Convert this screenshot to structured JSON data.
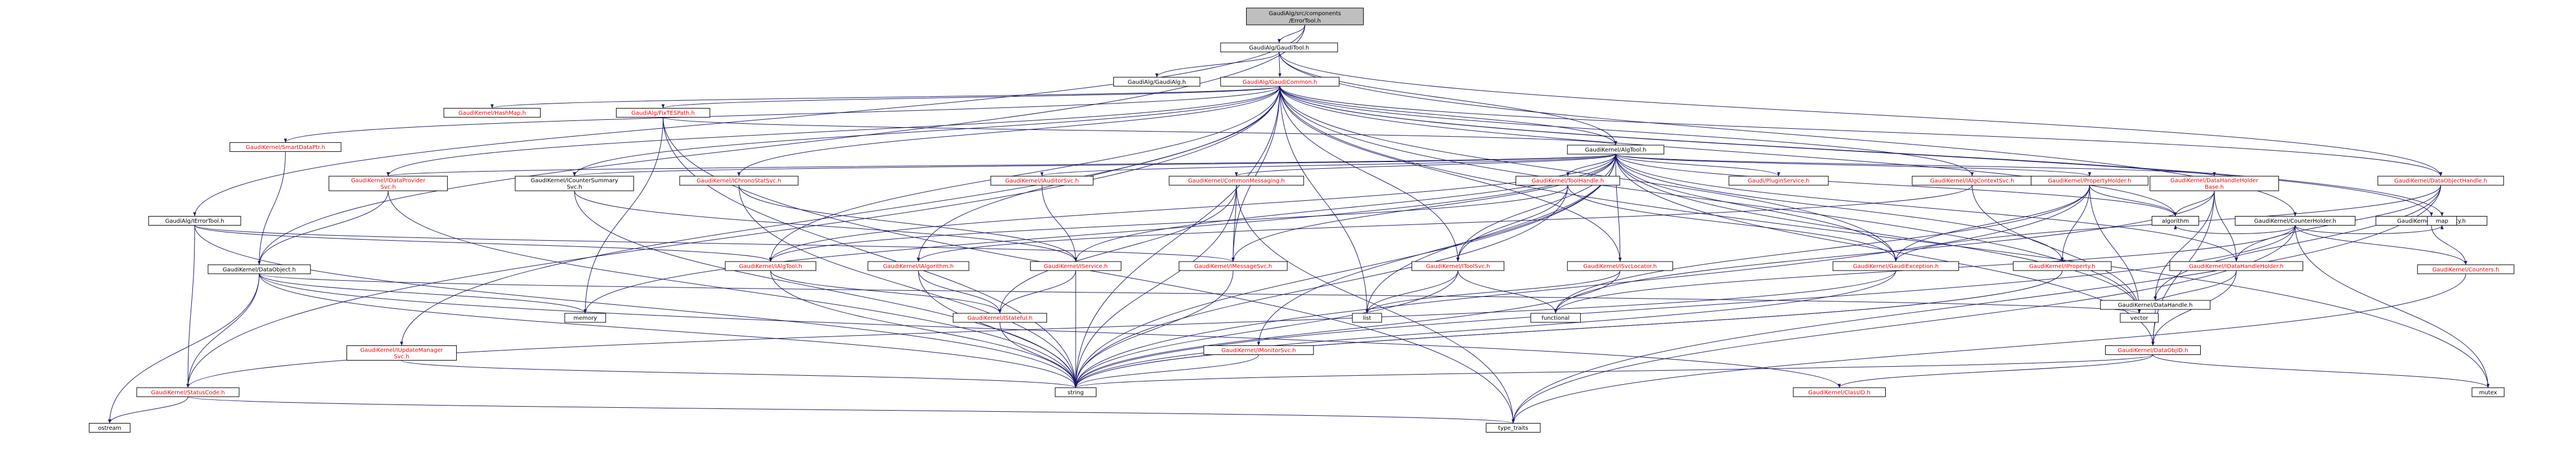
{
  "colors": {
    "root_fill": "#bfbfbf",
    "node_fill": "#ffffff",
    "node_border": "#000000",
    "text_documented": "#000000",
    "text_undocumented": "#ff0000",
    "text_system": "#000000",
    "edge": "#191970"
  },
  "nodes": [
    {
      "id": "root",
      "label1": "GaudiAlg/src/components",
      "label2": "/ErrorTool.h",
      "kind": "root"
    },
    {
      "id": "gauditool",
      "label1": "GaudiAlg/GaudiTool.h",
      "kind": "doc"
    },
    {
      "id": "gaudialg",
      "label1": "GaudiAlg/GaudiAlg.h",
      "kind": "doc"
    },
    {
      "id": "gaudicommon",
      "label1": "GaudiAlg/GaudiCommon.h",
      "kind": "undoc"
    },
    {
      "id": "ierrortool",
      "label1": "GaudiAlg/IErrorTool.h",
      "kind": "doc"
    },
    {
      "id": "hashmap",
      "label1": "GaudiKernel/HashMap.h",
      "kind": "undoc"
    },
    {
      "id": "fixtespath",
      "label1": "GaudiAlg/FixTESPath.h",
      "kind": "undoc"
    },
    {
      "id": "smartdataptr",
      "label1": "GaudiKernel/SmartDataPtr.h",
      "kind": "undoc"
    },
    {
      "id": "idataprovider",
      "label1": "GaudiKernel/IDataProvider",
      "label2": "Svc.h",
      "kind": "undoc"
    },
    {
      "id": "icountersummary",
      "label1": "GaudiKernel/ICounterSummary",
      "label2": "Svc.h",
      "kind": "doc"
    },
    {
      "id": "ichronostat",
      "label1": "GaudiKernel/IChronoStatSvc.h",
      "kind": "undoc"
    },
    {
      "id": "algtool",
      "label1": "GaudiKernel/AlgTool.h",
      "kind": "doc"
    },
    {
      "id": "statentity",
      "label1": "GaudiKernel/StatEntity.h",
      "kind": "doc"
    },
    {
      "id": "counterholder",
      "label1": "GaudiKernel/CounterHolder.h",
      "kind": "doc"
    },
    {
      "id": "iauditorsvc",
      "label1": "GaudiKernel/IAuditorSvc.h",
      "kind": "undoc"
    },
    {
      "id": "commonmessaging",
      "label1": "GaudiKernel/CommonMessaging.h",
      "kind": "undoc"
    },
    {
      "id": "toolhandle",
      "label1": "GaudiKernel/ToolHandle.h",
      "kind": "undoc"
    },
    {
      "id": "ipluginservice",
      "label1": "Gaudi/PluginService.h",
      "kind": "undoc"
    },
    {
      "id": "ialgcontextsvc",
      "label1": "GaudiKernel/IAlgContextSvc.h",
      "kind": "undoc"
    },
    {
      "id": "propertyholder",
      "label1": "GaudiKernel/PropertyHolder.h",
      "kind": "undoc"
    },
    {
      "id": "datahandleholderbase",
      "label1": "GaudiKernel/DataHandleHolder",
      "label2": "Base.h",
      "kind": "undoc"
    },
    {
      "id": "dataobjecthandle",
      "label1": "GaudiKernel/DataObjectHandle.h",
      "kind": "undoc"
    },
    {
      "id": "counters",
      "label1": "GaudiKernel/Counters.h",
      "kind": "undoc"
    },
    {
      "id": "dataobject",
      "label1": "GaudiKernel/DataObject.h",
      "kind": "doc"
    },
    {
      "id": "ialgtool",
      "label1": "GaudiKernel/IAlgTool.h",
      "kind": "undoc"
    },
    {
      "id": "ialgorithm",
      "label1": "GaudiKernel/IAlgorithm.h",
      "kind": "undoc"
    },
    {
      "id": "iservice",
      "label1": "GaudiKernel/IService.h",
      "kind": "undoc"
    },
    {
      "id": "imessagesvc",
      "label1": "GaudiKernel/IMessageSvc.h",
      "kind": "undoc"
    },
    {
      "id": "itoolsvc",
      "label1": "GaudiKernel/IToolSvc.h",
      "kind": "undoc"
    },
    {
      "id": "isvclocator",
      "label1": "GaudiKernel/ISvcLocator.h",
      "kind": "undoc"
    },
    {
      "id": "gaudiexception",
      "label1": "GaudiKernel/GaudiException.h",
      "kind": "undoc"
    },
    {
      "id": "iproperty",
      "label1": "GaudiKernel/IProperty.h",
      "kind": "undoc"
    },
    {
      "id": "idatahandleholder",
      "label1": "GaudiKernel/IDataHandleHolder.h",
      "kind": "undoc"
    },
    {
      "id": "algorithm",
      "label1": "algorithm",
      "kind": "sys"
    },
    {
      "id": "map",
      "label1": "map",
      "kind": "sys"
    },
    {
      "id": "memory",
      "label1": "memory",
      "kind": "sys"
    },
    {
      "id": "istateful",
      "label1": "GaudiKernel/IStateful.h",
      "kind": "undoc"
    },
    {
      "id": "list",
      "label1": "list",
      "kind": "sys"
    },
    {
      "id": "functional",
      "label1": "functional",
      "kind": "sys"
    },
    {
      "id": "vector",
      "label1": "vector",
      "kind": "sys"
    },
    {
      "id": "datahandle",
      "label1": "GaudiKernel/DataHandle.h",
      "kind": "doc"
    },
    {
      "id": "iupdatemanager",
      "label1": "GaudiKernel/IUpdateManager",
      "label2": "Svc.h",
      "kind": "undoc"
    },
    {
      "id": "imonitorsvc",
      "label1": "GaudiKernel/IMonitorSvc.h",
      "kind": "undoc"
    },
    {
      "id": "dataobjid",
      "label1": "GaudiKernel/DataObjID.h",
      "kind": "undoc"
    },
    {
      "id": "statuscode",
      "label1": "GaudiKernel/StatusCode.h",
      "kind": "undoc"
    },
    {
      "id": "string",
      "label1": "string",
      "kind": "sys"
    },
    {
      "id": "mutex",
      "label1": "mutex",
      "kind": "sys"
    },
    {
      "id": "classid",
      "label1": "GaudiKernel/ClassID.h",
      "kind": "undoc"
    },
    {
      "id": "ostream",
      "label1": "ostream",
      "kind": "sys"
    },
    {
      "id": "type_traits",
      "label1": "type_traits",
      "kind": "sys"
    }
  ],
  "edges": [
    [
      "root",
      "gauditool"
    ],
    [
      "root",
      "ierrortool"
    ],
    [
      "root",
      "dataobject"
    ],
    [
      "gauditool",
      "gaudialg"
    ],
    [
      "gauditool",
      "gaudicommon"
    ],
    [
      "gauditool",
      "algtool"
    ],
    [
      "gauditool",
      "dataobjecthandle"
    ],
    [
      "gauditool",
      "counterholder"
    ],
    [
      "gaudicommon",
      "hashmap"
    ],
    [
      "gaudicommon",
      "fixtespath"
    ],
    [
      "gaudicommon",
      "smartdataptr"
    ],
    [
      "gaudicommon",
      "idataprovider"
    ],
    [
      "gaudicommon",
      "icountersummary"
    ],
    [
      "gaudicommon",
      "ichronostat"
    ],
    [
      "gaudicommon",
      "algtool"
    ],
    [
      "gaudicommon",
      "statentity"
    ],
    [
      "gaudicommon",
      "ialgcontextsvc"
    ],
    [
      "gaudicommon",
      "dataobjecthandle"
    ],
    [
      "gaudicommon",
      "ialgtool"
    ],
    [
      "gaudicommon",
      "ialgorithm"
    ],
    [
      "gaudicommon",
      "imessagesvc"
    ],
    [
      "gaudicommon",
      "itoolsvc"
    ],
    [
      "gaudicommon",
      "isvclocator"
    ],
    [
      "gaudicommon",
      "gaudiexception"
    ],
    [
      "gaudicommon",
      "algorithm"
    ],
    [
      "gaudicommon",
      "map"
    ],
    [
      "gaudicommon",
      "list"
    ],
    [
      "gaudicommon",
      "vector"
    ],
    [
      "gaudicommon",
      "mutex"
    ],
    [
      "gaudicommon",
      "string"
    ],
    [
      "gaudicommon",
      "statuscode"
    ],
    [
      "gaudicommon",
      "iupdatemanager"
    ],
    [
      "ierrortool",
      "ialgtool"
    ],
    [
      "ierrortool",
      "statuscode"
    ],
    [
      "ierrortool",
      "string"
    ],
    [
      "ierrortool",
      "imessagesvc"
    ],
    [
      "fixtespath",
      "algtool"
    ],
    [
      "fixtespath",
      "string"
    ],
    [
      "fixtespath",
      "memory"
    ],
    [
      "fixtespath",
      "type_traits"
    ],
    [
      "smartdataptr",
      "dataobject"
    ],
    [
      "idataprovider",
      "dataobject"
    ],
    [
      "idataprovider",
      "string"
    ],
    [
      "icountersummary",
      "iservice"
    ],
    [
      "icountersummary",
      "string"
    ],
    [
      "ichronostat",
      "iservice"
    ],
    [
      "ichronostat",
      "string"
    ],
    [
      "algtool",
      "idataprovider"
    ],
    [
      "algtool",
      "icountersummary"
    ],
    [
      "algtool",
      "iauditorsvc"
    ],
    [
      "algtool",
      "commonmessaging"
    ],
    [
      "algtool",
      "toolhandle"
    ],
    [
      "algtool",
      "ipluginservice"
    ],
    [
      "algtool",
      "propertyholder"
    ],
    [
      "algtool",
      "datahandleholderbase"
    ],
    [
      "algtool",
      "idatahandleholder"
    ],
    [
      "algtool",
      "ialgtool"
    ],
    [
      "algtool",
      "iservice"
    ],
    [
      "algtool",
      "imessagesvc"
    ],
    [
      "algtool",
      "itoolsvc"
    ],
    [
      "algtool",
      "isvclocator"
    ],
    [
      "algtool",
      "gaudiexception"
    ],
    [
      "algtool",
      "iproperty"
    ],
    [
      "algtool",
      "imonitorsvc"
    ],
    [
      "algtool",
      "dataobjid"
    ],
    [
      "algtool",
      "list"
    ],
    [
      "algtool",
      "vector"
    ],
    [
      "algtool",
      "memory"
    ],
    [
      "algtool",
      "string"
    ],
    [
      "algtool",
      "algorithm"
    ],
    [
      "statentity",
      "counters"
    ],
    [
      "counterholder",
      "counters"
    ],
    [
      "counterholder",
      "map"
    ],
    [
      "counterholder",
      "mutex"
    ],
    [
      "counterholder",
      "string"
    ],
    [
      "counterholder",
      "type_traits"
    ],
    [
      "counterholder",
      "functional"
    ],
    [
      "counterholder",
      "algorithm"
    ],
    [
      "iauditorsvc",
      "iservice"
    ],
    [
      "commonmessaging",
      "imessagesvc"
    ],
    [
      "commonmessaging",
      "istateful"
    ],
    [
      "commonmessaging",
      "type_traits"
    ],
    [
      "commonmessaging",
      "string"
    ],
    [
      "toolhandle",
      "itoolsvc"
    ],
    [
      "toolhandle",
      "ialgtool"
    ],
    [
      "toolhandle",
      "gaudiexception"
    ],
    [
      "toolhandle",
      "string"
    ],
    [
      "ialgcontextsvc",
      "ialgorithm"
    ],
    [
      "ialgcontextsvc",
      "vector"
    ],
    [
      "propertyholder",
      "iproperty"
    ],
    [
      "propertyholder",
      "gaudiexception"
    ],
    [
      "propertyholder",
      "vector"
    ],
    [
      "propertyholder",
      "functional"
    ],
    [
      "propertyholder",
      "algorithm"
    ],
    [
      "propertyholder",
      "string"
    ],
    [
      "datahandleholderbase",
      "idatahandleholder"
    ],
    [
      "datahandleholderbase",
      "datahandle"
    ],
    [
      "datahandleholderbase",
      "dataobjid"
    ],
    [
      "datahandleholderbase",
      "algorithm"
    ],
    [
      "datahandleholderbase",
      "functional"
    ],
    [
      "dataobjecthandle",
      "idatahandleholder"
    ],
    [
      "dataobjecthandle",
      "datahandle"
    ],
    [
      "dataobjecthandle",
      "gaudiexception"
    ],
    [
      "dataobjecthandle",
      "type_traits"
    ],
    [
      "dataobject",
      "classid"
    ],
    [
      "dataobject",
      "statuscode"
    ],
    [
      "dataobject",
      "string"
    ],
    [
      "dataobject",
      "ostream"
    ],
    [
      "dataobject",
      "memory"
    ],
    [
      "dataobject",
      "vector"
    ],
    [
      "ialgtool",
      "istateful"
    ],
    [
      "ialgtool",
      "string"
    ],
    [
      "ialgorithm",
      "istateful"
    ],
    [
      "ialgorithm",
      "string"
    ],
    [
      "iservice",
      "istateful"
    ],
    [
      "iservice",
      "string"
    ],
    [
      "imessagesvc",
      "string"
    ],
    [
      "itoolsvc",
      "list"
    ],
    [
      "itoolsvc",
      "string"
    ],
    [
      "itoolsvc",
      "functional"
    ],
    [
      "isvclocator",
      "list"
    ],
    [
      "isvclocator",
      "string"
    ],
    [
      "gaudiexception",
      "statuscode"
    ],
    [
      "gaudiexception",
      "string"
    ],
    [
      "iproperty",
      "string"
    ],
    [
      "idatahandleholder",
      "dataobjid"
    ],
    [
      "idatahandleholder",
      "vector"
    ],
    [
      "istateful",
      "string"
    ],
    [
      "datahandle",
      "dataobjid"
    ],
    [
      "iupdatemanager",
      "string"
    ],
    [
      "imonitorsvc",
      "string"
    ],
    [
      "dataobjid",
      "classid"
    ],
    [
      "dataobjid",
      "string"
    ],
    [
      "dataobjid",
      "mutex"
    ],
    [
      "statuscode",
      "ostream"
    ],
    [
      "statuscode",
      "type_traits"
    ],
    [
      "counters",
      "type_traits"
    ],
    [
      "iproperty",
      "string"
    ]
  ]
}
